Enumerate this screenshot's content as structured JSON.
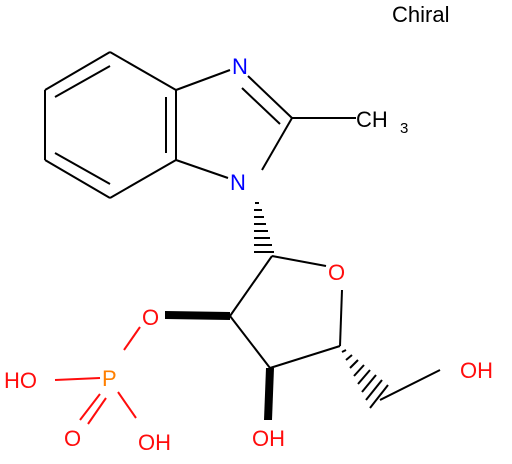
{
  "chirality_label": "Chiral",
  "atoms": {
    "n_imine": "N",
    "n_ring": "N",
    "methyl_c": "CH",
    "methyl_sub": "3",
    "o_ring": "O",
    "o_ester": "O",
    "p": "P",
    "o_p_oh1": "HO",
    "o_p_oh2": "OH",
    "o_p_dbl": "O",
    "o_3oh": "OH",
    "o_5oh": "OH"
  },
  "colors": {
    "carbon": "#000000",
    "nitrogen": "#0000ff",
    "oxygen": "#ff0d0d",
    "phosphorus": "#ff8000"
  }
}
